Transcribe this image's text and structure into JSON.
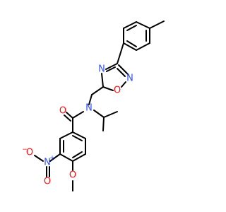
{
  "molecule": {
    "atom_labels": {
      "n_oxadiazole_upper": "N",
      "n_oxadiazole_lower": "N",
      "o_oxadiazole": "O",
      "n_amide": "N",
      "o_carbonyl": "O",
      "n_nitro": "N",
      "nitro_charge_plus": "+",
      "o_nitro_single": "O",
      "nitro_charge_minus": "−",
      "o_nitro_double": "O",
      "o_methoxy": "O"
    },
    "colors": {
      "bond": "#000000",
      "nitrogen": "#3050f8",
      "oxygen": "#ff0d0d",
      "background": "#ffffff"
    }
  }
}
